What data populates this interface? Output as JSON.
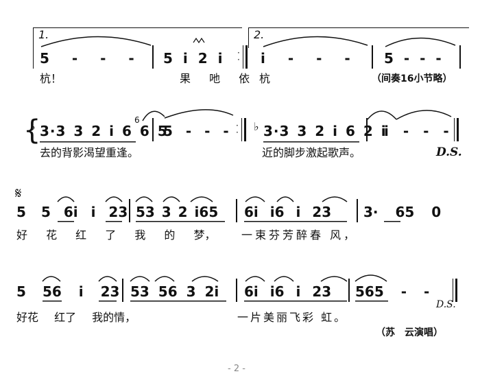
{
  "system1": {
    "ending1": "1.",
    "ending2": "2.",
    "notes_a": "5 - - -",
    "notes_b": "5 i 2 i",
    "notes_c": "i - - -",
    "notes_d": "5 - - -",
    "lyric_a": "杭！",
    "lyric_b": "果 吔 依",
    "lyric_c": "杭",
    "remark": "（间奏16小节略）"
  },
  "system2": {
    "flat": "♭",
    "notes_a": "3·3 3 2 i 6 6 5",
    "grace": "6",
    "notes_b": "5 - - -",
    "notes_c": "3·3 3 2 i 6 2 i",
    "notes_d": "i - - -",
    "lyric_a": "去的背影渴望重逢。",
    "lyric_b": "近的脚步激起歌声。",
    "ds": "D.S."
  },
  "system3": {
    "segno": "𝄋",
    "notes_a": "5",
    "notes_b": "5 6i i 23",
    "notes_c": "53 3 2 i65",
    "notes_d": "6i i6 i 23",
    "notes_e": "3· 65 0",
    "lyric_a": "好 花 红 了 我 的 梦，",
    "lyric_b": "一束芬芳醉春 风，"
  },
  "system4": {
    "notes_a": "5",
    "notes_b": "56 i 23",
    "notes_c": "53 56 3 2i",
    "notes_d": "6i i6 i 23",
    "notes_e": "565 - -",
    "lyric_a": "好花 红了 我的情，",
    "lyric_b": "一片美丽飞彩 虹。",
    "ds": "D.S.",
    "credit": "（苏　云演唱）"
  },
  "footer": {
    "page_number": "- 2 -"
  }
}
